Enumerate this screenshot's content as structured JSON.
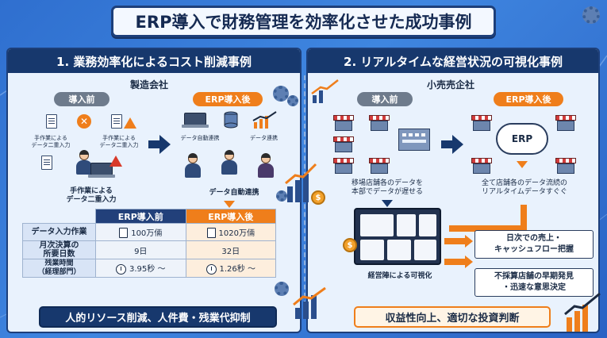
{
  "title": "ERP導入で財務管理を効率化させた成功事例",
  "left": {
    "heading": "1. 業務効率化によるコスト削減事例",
    "company": "製造会社",
    "before_label": "導入前",
    "after_label": "ERP導入後",
    "before_notes": [
      "手作業による\nデータ二重入力",
      "手作業による\nデータ二重入力"
    ],
    "before_caption": "手作業による\nデータ二重入力",
    "after_notes": [
      "データ自動連携",
      "データ連携"
    ],
    "after_caption": "データ自動連携",
    "table": {
      "col_before": "ERP導入前",
      "col_after": "ERP導入後",
      "rows": [
        {
          "label": "データ入力作業",
          "before": "100万倆",
          "after": "1020万倆",
          "icon": "notepad-icon"
        },
        {
          "label": "月次決算の\n所要日数",
          "before": "9日",
          "after": "32日",
          "icon": ""
        },
        {
          "label": "残業時間\n（経理部門）",
          "before": "3.95秒 ～",
          "after": "1.26秒 ～",
          "icon": "clock-icon"
        }
      ]
    },
    "banner": "人的リソース削減、人件費・残業代抑制"
  },
  "right": {
    "heading": "2. リアルタイムな経営状況の可視化事例",
    "company": "小売売企社",
    "before_label": "導入前",
    "after_label": "ERP導入後",
    "before_caption": "移場店舗各のデータを\n本部でデータが遅せる",
    "erp_label": "ERP",
    "after_caption": "全て店舗各のデータ流続の\nリアルタイムデータすぐぐ",
    "dashboard_caption": "経営陣による可視化",
    "outcomes": [
      "日次での売上・\nキャッシュフロー把握",
      "不採算店舗の早期発見\n・迅速な意思決定"
    ],
    "banner": "収益性向上、適切な投資判断"
  },
  "colors": {
    "navy": "#17386d",
    "orange": "#ef7e1b",
    "background": "#3f86e0"
  }
}
